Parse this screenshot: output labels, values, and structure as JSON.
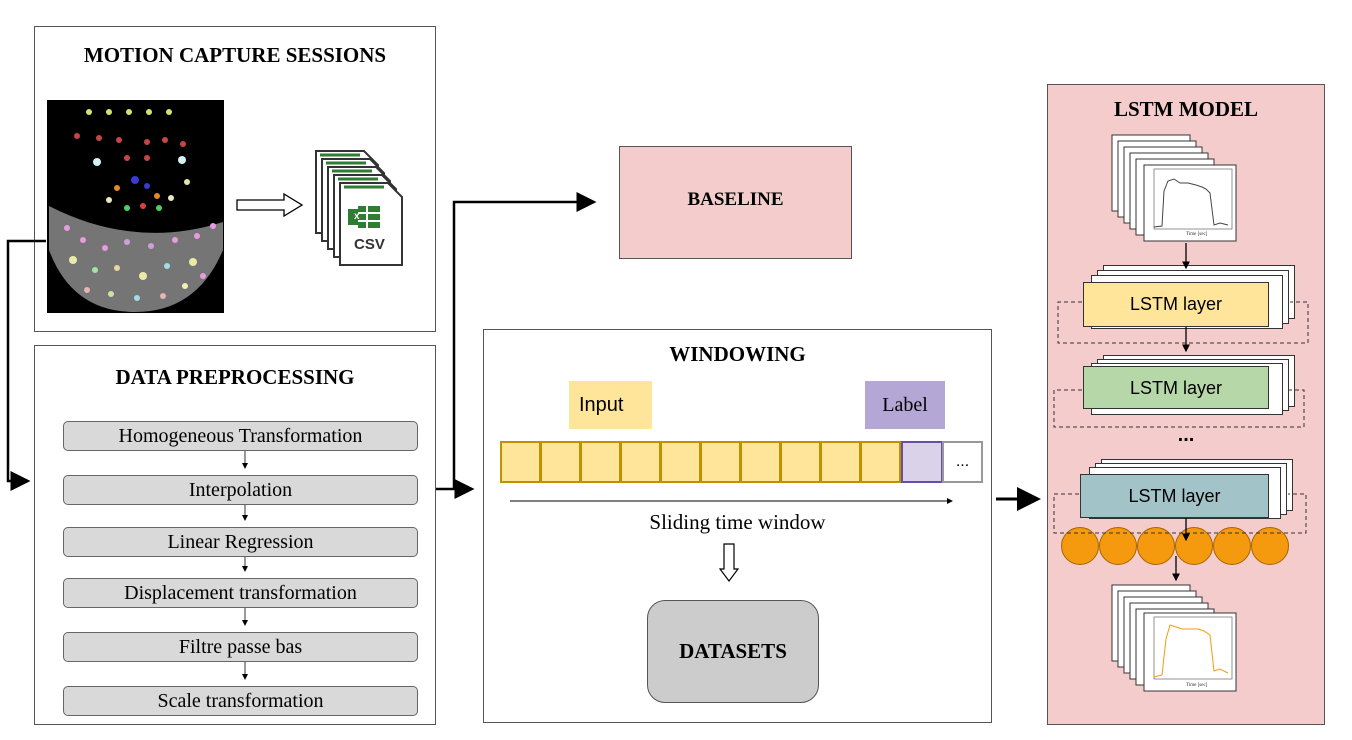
{
  "motion_capture": {
    "title": "MOTION CAPTURE SESSIONS",
    "csv_label": "CSV"
  },
  "preprocessing": {
    "title": "DATA PREPROCESSING",
    "steps": [
      "Homogeneous Transformation",
      "Interpolation",
      "Linear Regression",
      "Displacement transformation",
      "Filtre passe bas",
      "Scale transformation"
    ]
  },
  "baseline": {
    "title": "BASELINE"
  },
  "windowing": {
    "title": "WINDOWING",
    "input_label": "Input",
    "label_label": "Label",
    "ellipsis": "...",
    "sliding_label": "Sliding time window",
    "datasets_label": "DATASETS",
    "input_cells": 10
  },
  "lstm_model": {
    "title": "LSTM MODEL",
    "layer_label": "LSTM layer",
    "ellipsis": "...",
    "node_count": 6,
    "plot_axis_label": "Time [sec]"
  },
  "colors": {
    "baseline_fill": "#f4cccc",
    "lstm_panel_fill": "#f4cccc",
    "input_fill": "#ffe599",
    "label_fill": "#b4a7d6",
    "layer1_fill": "#ffe599",
    "layer2_fill": "#b6d7a8",
    "layer3_fill": "#a2c4c9",
    "node_fill": "#f59a0f",
    "datasets_fill": "#cccccc"
  }
}
